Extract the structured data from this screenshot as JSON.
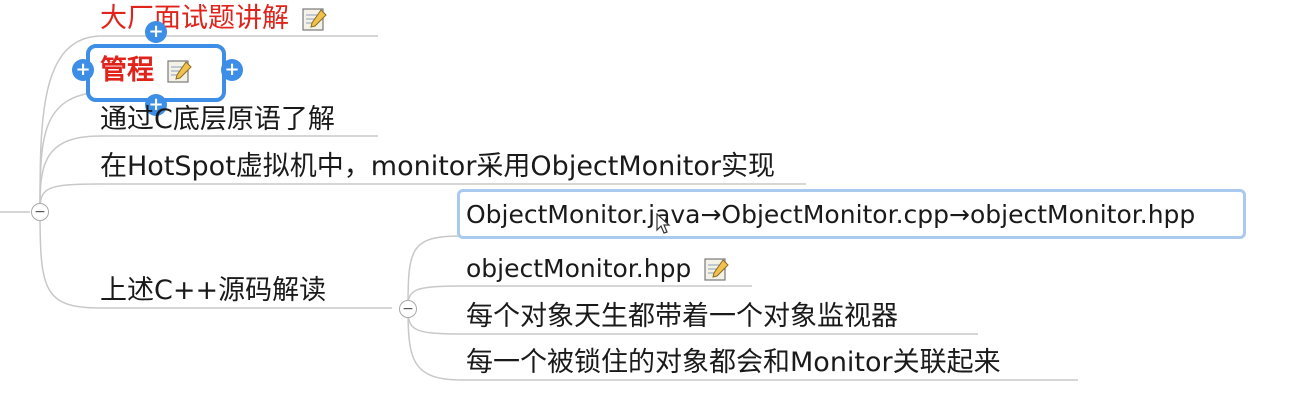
{
  "mindmap": {
    "colors": {
      "accent": "#3d8ee6",
      "highlight_text": "#e0241b",
      "text": "#1a1a1a",
      "connector": "#c8c8c8",
      "edit_border": "#a9c9ef"
    },
    "branches": [
      {
        "label": "大厂面试题讲解",
        "has_note_icon": true,
        "icon": "note-edit-icon"
      },
      {
        "label": "管程",
        "has_note_icon": true,
        "icon": "note-edit-icon",
        "selected": true
      },
      {
        "label": "通过C底层原语了解"
      },
      {
        "label": "在HotSpot虚拟机中，monitor采用ObjectMonitor实现"
      },
      {
        "label": "上述C++源码解读",
        "children": [
          {
            "label": "ObjectMonitor.java→ObjectMonitor.cpp→objectMonitor.hpp",
            "editing": true
          },
          {
            "label": "objectMonitor.hpp",
            "has_note_icon": true,
            "icon": "note-edit-icon"
          },
          {
            "label": "每个对象天生都带着一个对象监视器"
          },
          {
            "label": "每一个被锁住的对象都会和Monitor关联起来"
          }
        ]
      }
    ],
    "collapse_symbol": "−",
    "handle_symbol": "+"
  }
}
